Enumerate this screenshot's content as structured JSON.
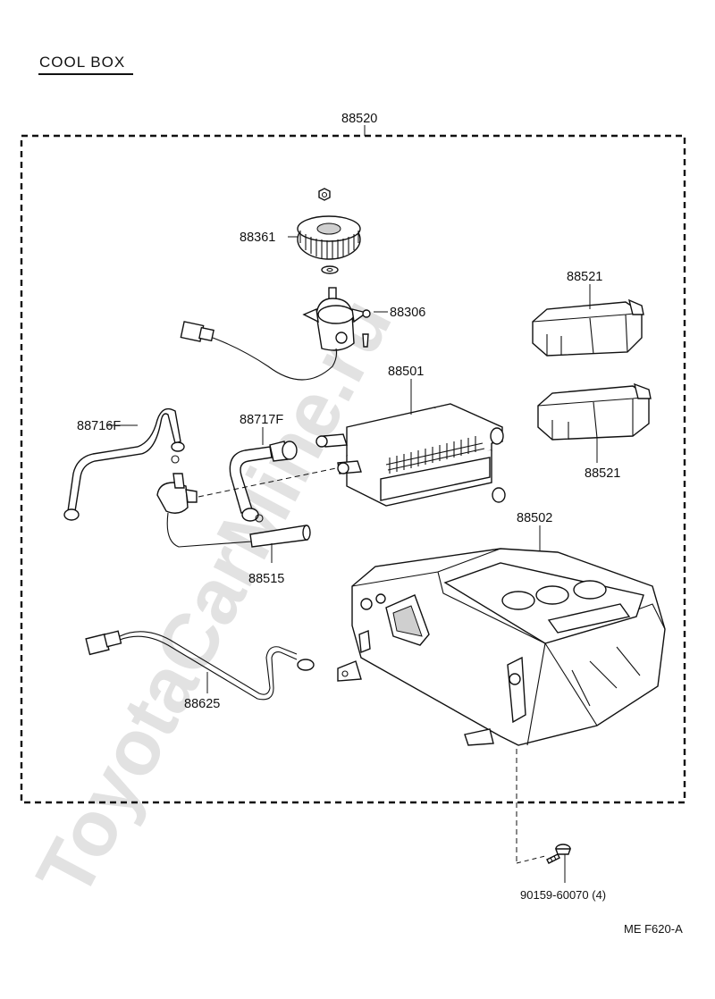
{
  "title": "COOL BOX",
  "watermark": "ToyotaCarMine.ru",
  "footer_code": "ME  F620-A",
  "labels": {
    "assembly": "88520",
    "blower_fan": "88361",
    "blower_motor": "88306",
    "evaporator": "88501",
    "cover_upper": "88521",
    "cover_lower": "88521",
    "tube_left": "88716F",
    "tube_right": "88717F",
    "thermistor": "88515",
    "case": "88502",
    "wire_harness": "88625",
    "screw": "90159-60070 (4)"
  }
}
